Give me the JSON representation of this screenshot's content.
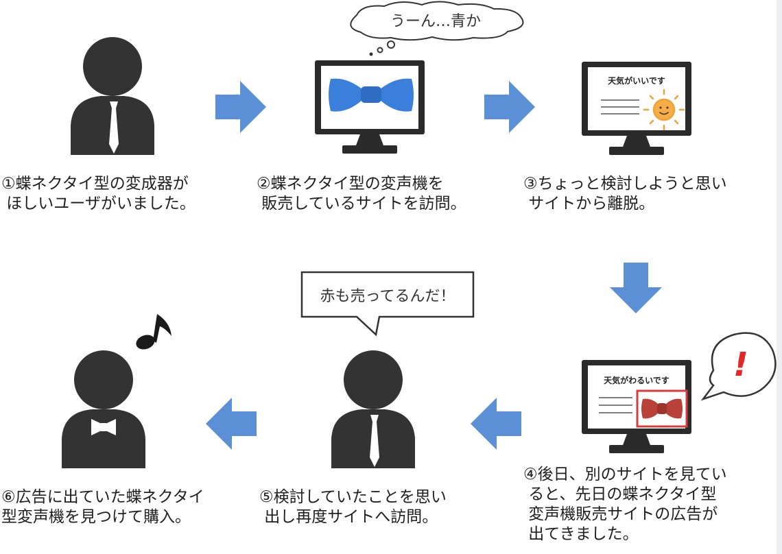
{
  "steps": [
    {
      "caption": "①蝶ネクタイ型の変成器が\n ほしいユーザがいました。"
    },
    {
      "caption": "②蝶ネクタイ型の変声機を\n 販売しているサイトを訪問。"
    },
    {
      "caption": "③ちょっと検討しようと思い\n サイトから離脱。"
    },
    {
      "caption": "④後日、別のサイトを見てい\n ると、先日の蝶ネクタイ型\n 変声機販売サイトの広告が\n 出てきました。"
    },
    {
      "caption": "⑤検討していたことを思い\n 出し再度サイトへ訪問。"
    },
    {
      "caption": "⑥広告に出ていた蝶ネクタイ\n型変声機を見つけて購入。"
    }
  ],
  "bubbles": {
    "thought": "うーん…青か",
    "speech": "赤も売ってるんだ！",
    "exclaim": "!"
  },
  "screens": {
    "weather_good": "天気がいいです",
    "weather_bad": "天気がわるいです"
  },
  "colors": {
    "arrow": "#5b8fd6",
    "person": "#333333",
    "blue_tie": "#3b7fdc",
    "red_tie": "#b8413a",
    "ad_frame": "#d93a3a",
    "sun": "#f0a13c",
    "exclaim": "#e02a2a"
  }
}
